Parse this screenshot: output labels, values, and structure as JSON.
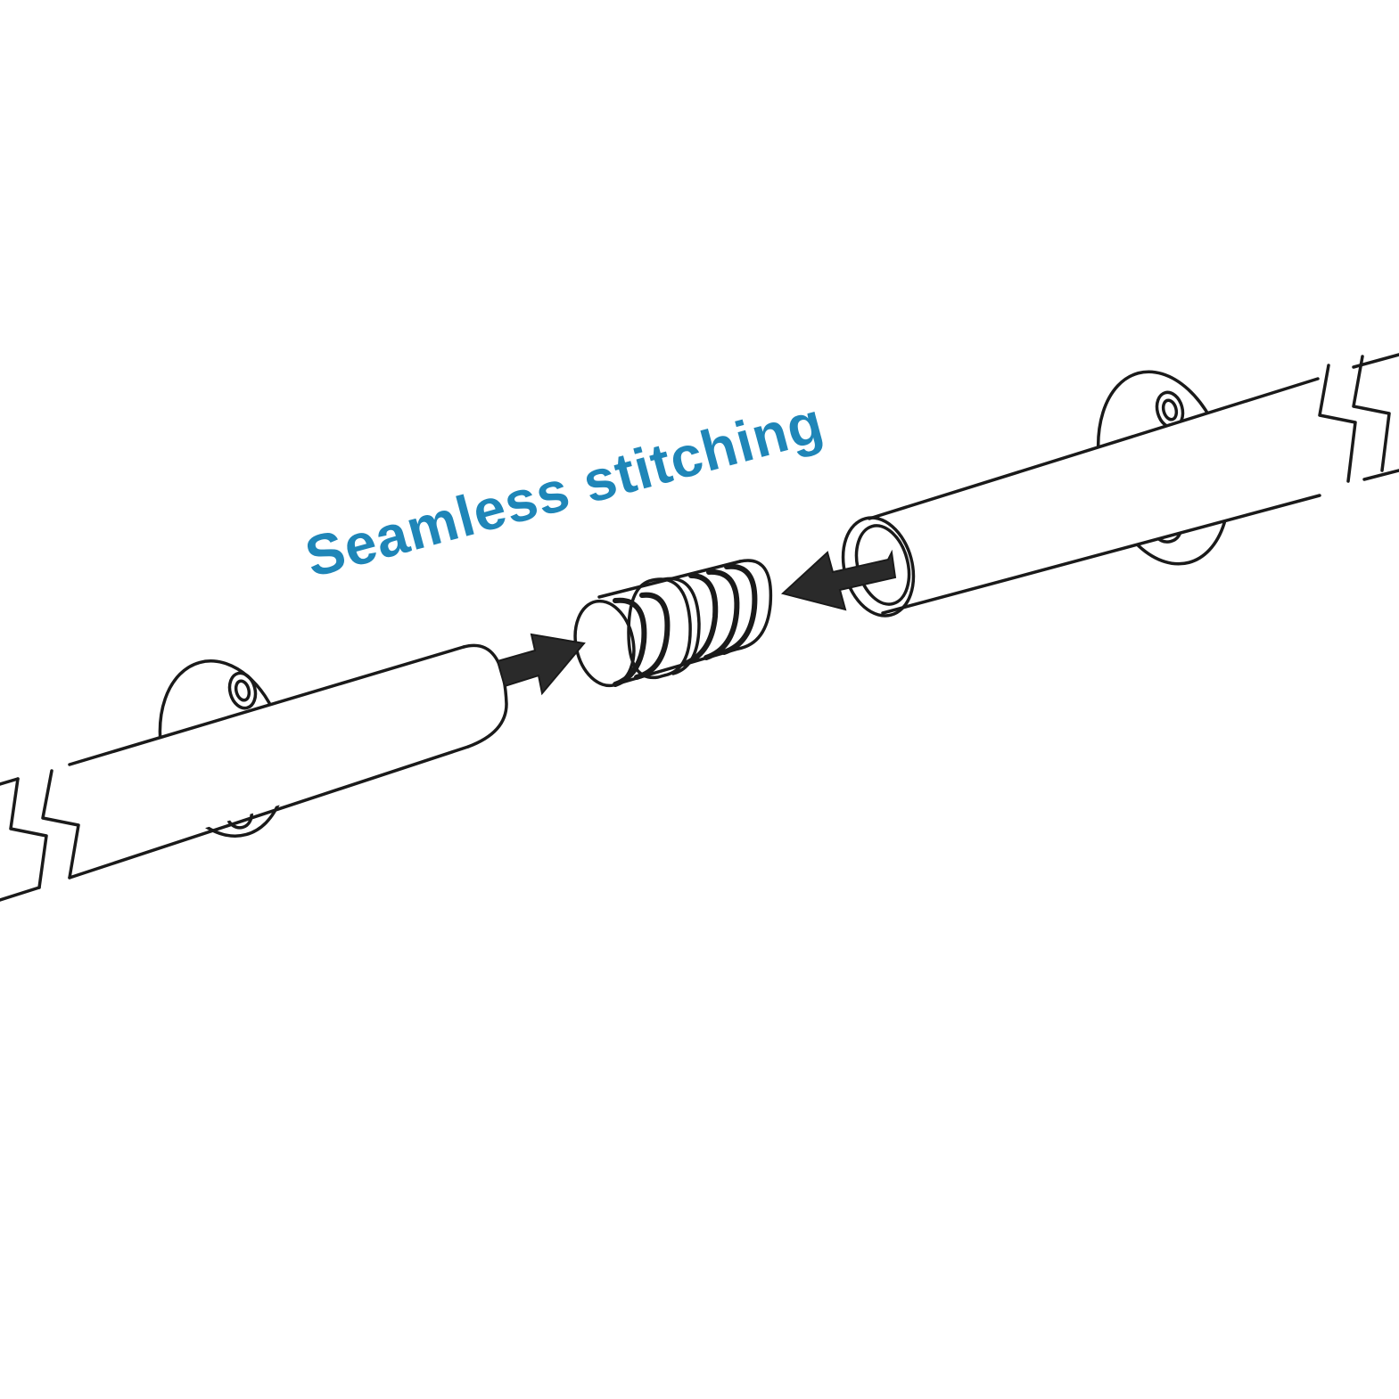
{
  "diagram": {
    "caption": "Seamless stitching",
    "caption_color": "#1f86b8",
    "line_color": "#1a1a1a",
    "background": "#ffffff",
    "parts": [
      {
        "name": "left-rail-pipe"
      },
      {
        "name": "right-rail-pipe"
      },
      {
        "name": "pipe-connector"
      },
      {
        "name": "left-wall-bracket"
      },
      {
        "name": "right-wall-bracket"
      },
      {
        "name": "left-insert-arrow-icon"
      },
      {
        "name": "right-insert-arrow-icon"
      }
    ]
  }
}
